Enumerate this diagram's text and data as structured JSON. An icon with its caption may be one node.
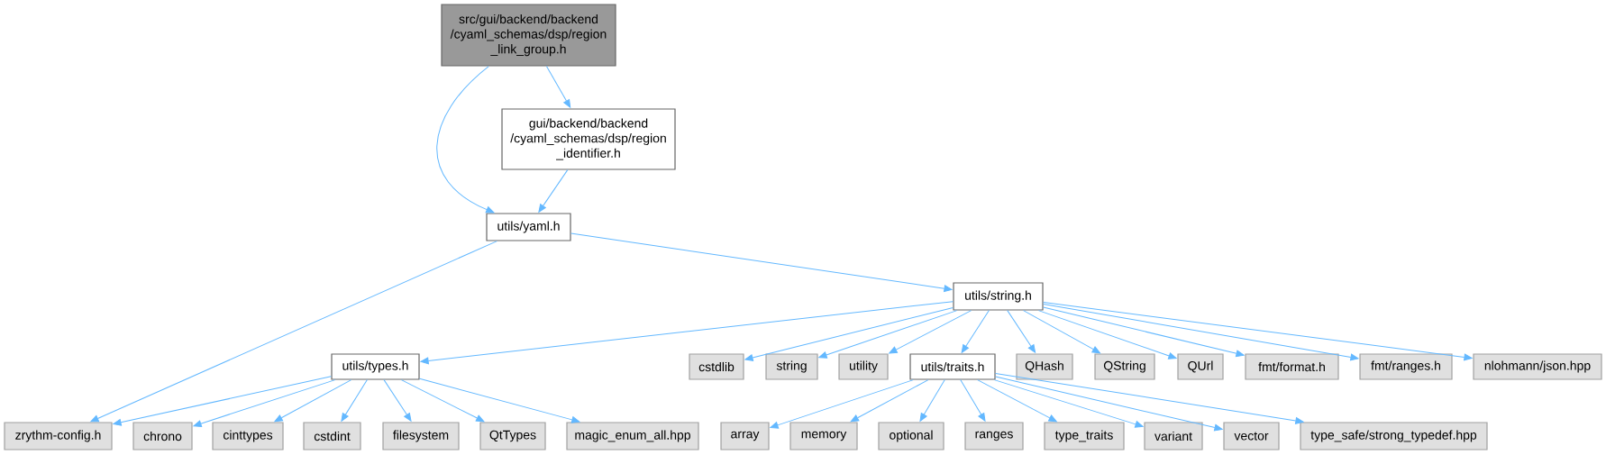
{
  "diagram": {
    "nodes": [
      {
        "text": [
          "src/gui/backend/backend /cyaml_schemas/dsp/region _link_group.h"
        ]
      },
      {
        "text": [
          "gui/backend/backend /cyaml_schemas/dsp/region _identifier.h"
        ]
      },
      {
        "text": [
          "utils/yaml.h"
        ]
      },
      {
        "text": [
          "utils/string.h"
        ]
      },
      {
        "text": [
          "utils/types.h"
        ]
      },
      {
        "text": [
          "cstdlib"
        ]
      },
      {
        "text": [
          "string"
        ]
      },
      {
        "text": [
          "utility"
        ]
      },
      {
        "text": [
          "utils/traits.h"
        ]
      },
      {
        "text": [
          "QHash"
        ]
      },
      {
        "text": [
          "QString"
        ]
      },
      {
        "text": [
          "QUrl"
        ]
      },
      {
        "text": [
          "fmt/format.h"
        ]
      },
      {
        "text": [
          "fmt/ranges.h"
        ]
      },
      {
        "text": [
          "nlohmann/json.hpp"
        ]
      },
      {
        "text": [
          "zrythm-config.h"
        ]
      },
      {
        "text": [
          "chrono"
        ]
      },
      {
        "text": [
          "cinttypes"
        ]
      },
      {
        "text": [
          "cstdint"
        ]
      },
      {
        "text": [
          "filesystem"
        ]
      },
      {
        "text": [
          "QtTypes"
        ]
      },
      {
        "text": [
          "magic_enum_all.hpp"
        ]
      },
      {
        "text": [
          "array"
        ]
      },
      {
        "text": [
          "memory"
        ]
      },
      {
        "text": [
          "optional"
        ]
      },
      {
        "text": [
          "ranges"
        ]
      },
      {
        "text": [
          "type_traits"
        ]
      },
      {
        "text": [
          "variant"
        ]
      },
      {
        "text": [
          "vector"
        ]
      },
      {
        "text": [
          "type_safe/strong_typedef.hpp"
        ]
      }
    ],
    "edges": [
      {
        "from": 0,
        "to": 2,
        "arrow": "to"
      },
      {
        "from": 0,
        "to": 1,
        "arrow": "to"
      },
      {
        "from": 1,
        "to": 2,
        "arrow": "to"
      },
      {
        "from": 2,
        "to": 15,
        "arrow": "to"
      },
      {
        "from": 2,
        "to": 3,
        "arrow": "to"
      },
      {
        "from": 3,
        "to": 4,
        "arrow": "to"
      },
      {
        "from": 3,
        "to": 5,
        "arrow": "to"
      },
      {
        "from": 3,
        "to": 6,
        "arrow": "to"
      },
      {
        "from": 3,
        "to": 7,
        "arrow": "to"
      },
      {
        "from": 3,
        "to": 8,
        "arrow": "to"
      },
      {
        "from": 3,
        "to": 9,
        "arrow": "to"
      },
      {
        "from": 3,
        "to": 10,
        "arrow": "to"
      },
      {
        "from": 3,
        "to": 11,
        "arrow": "to"
      },
      {
        "from": 3,
        "to": 12,
        "arrow": "to"
      },
      {
        "from": 3,
        "to": 13,
        "arrow": "to"
      },
      {
        "from": 3,
        "to": 14,
        "arrow": "to"
      },
      {
        "from": 4,
        "to": 15,
        "arrow": "to"
      },
      {
        "from": 4,
        "to": 16,
        "arrow": "to"
      },
      {
        "from": 4,
        "to": 17,
        "arrow": "to"
      },
      {
        "from": 4,
        "to": 18,
        "arrow": "to"
      },
      {
        "from": 4,
        "to": 19,
        "arrow": "to"
      },
      {
        "from": 4,
        "to": 20,
        "arrow": "to"
      },
      {
        "from": 4,
        "to": 21,
        "arrow": "to"
      },
      {
        "from": 8,
        "to": 22,
        "arrow": "to"
      },
      {
        "from": 8,
        "to": 23,
        "arrow": "to"
      },
      {
        "from": 8,
        "to": 24,
        "arrow": "to"
      },
      {
        "from": 8,
        "to": 25,
        "arrow": "to"
      },
      {
        "from": 8,
        "to": 26,
        "arrow": "to"
      },
      {
        "from": 8,
        "to": 27,
        "arrow": "to"
      },
      {
        "from": 8,
        "to": 28,
        "arrow": "to"
      },
      {
        "from": 8,
        "to": 29,
        "arrow": "to"
      }
    ]
  }
}
